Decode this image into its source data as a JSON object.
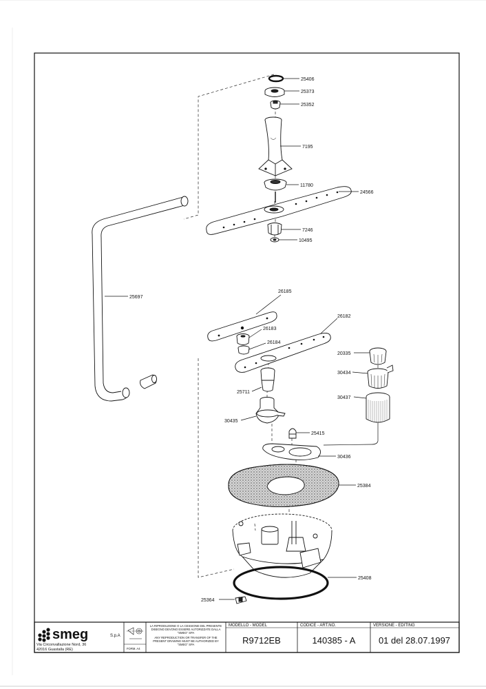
{
  "parts": {
    "p25406": "25406",
    "p25373": "25373",
    "p25352": "25352",
    "p7195": "7195",
    "p11780": "11780",
    "p24566": "24566",
    "p7246": "7246",
    "p10495": "10495",
    "p25697": "25697",
    "p26185": "26185",
    "p26182": "26182",
    "p26183": "26183",
    "p26184": "26184",
    "p20335": "20335",
    "p30434": "30434",
    "p30437": "30437",
    "p25711": "25711",
    "p30435": "30435",
    "p25415": "25415",
    "p30436": "30436",
    "p25384": "25384",
    "p25408": "25408",
    "p25364": "25364"
  },
  "title_block": {
    "brand": "smeg",
    "brand_suffix": "S.p.A",
    "address_line1": "Via Circonvallazione Nord, 36",
    "address_line2": "42016 Guastalla (RE)",
    "form": "FORM. A4",
    "notice_lines": [
      "LA RIPRODUZIONE O LA CESSIONE DEL PRESENTE",
      "DISEGNO DEVONO ESSERE AUTORIZZATE DALLA",
      "\"SMEG\" SPA",
      "ANY REPRODUCTION OR TRANSFER OF THE",
      "PRESENT DRAWING MUST BE AUTHORIZED BY",
      "\"SMEG\" SPA"
    ],
    "model_header": "MODELLO - MODEL",
    "model_value": "R9712EB",
    "code_header": "CODICE - ART.NO.",
    "code_value": "140385 - A",
    "version_header": "VERSIONE - EDITING",
    "version_value": "01 del 28.07.1997"
  }
}
